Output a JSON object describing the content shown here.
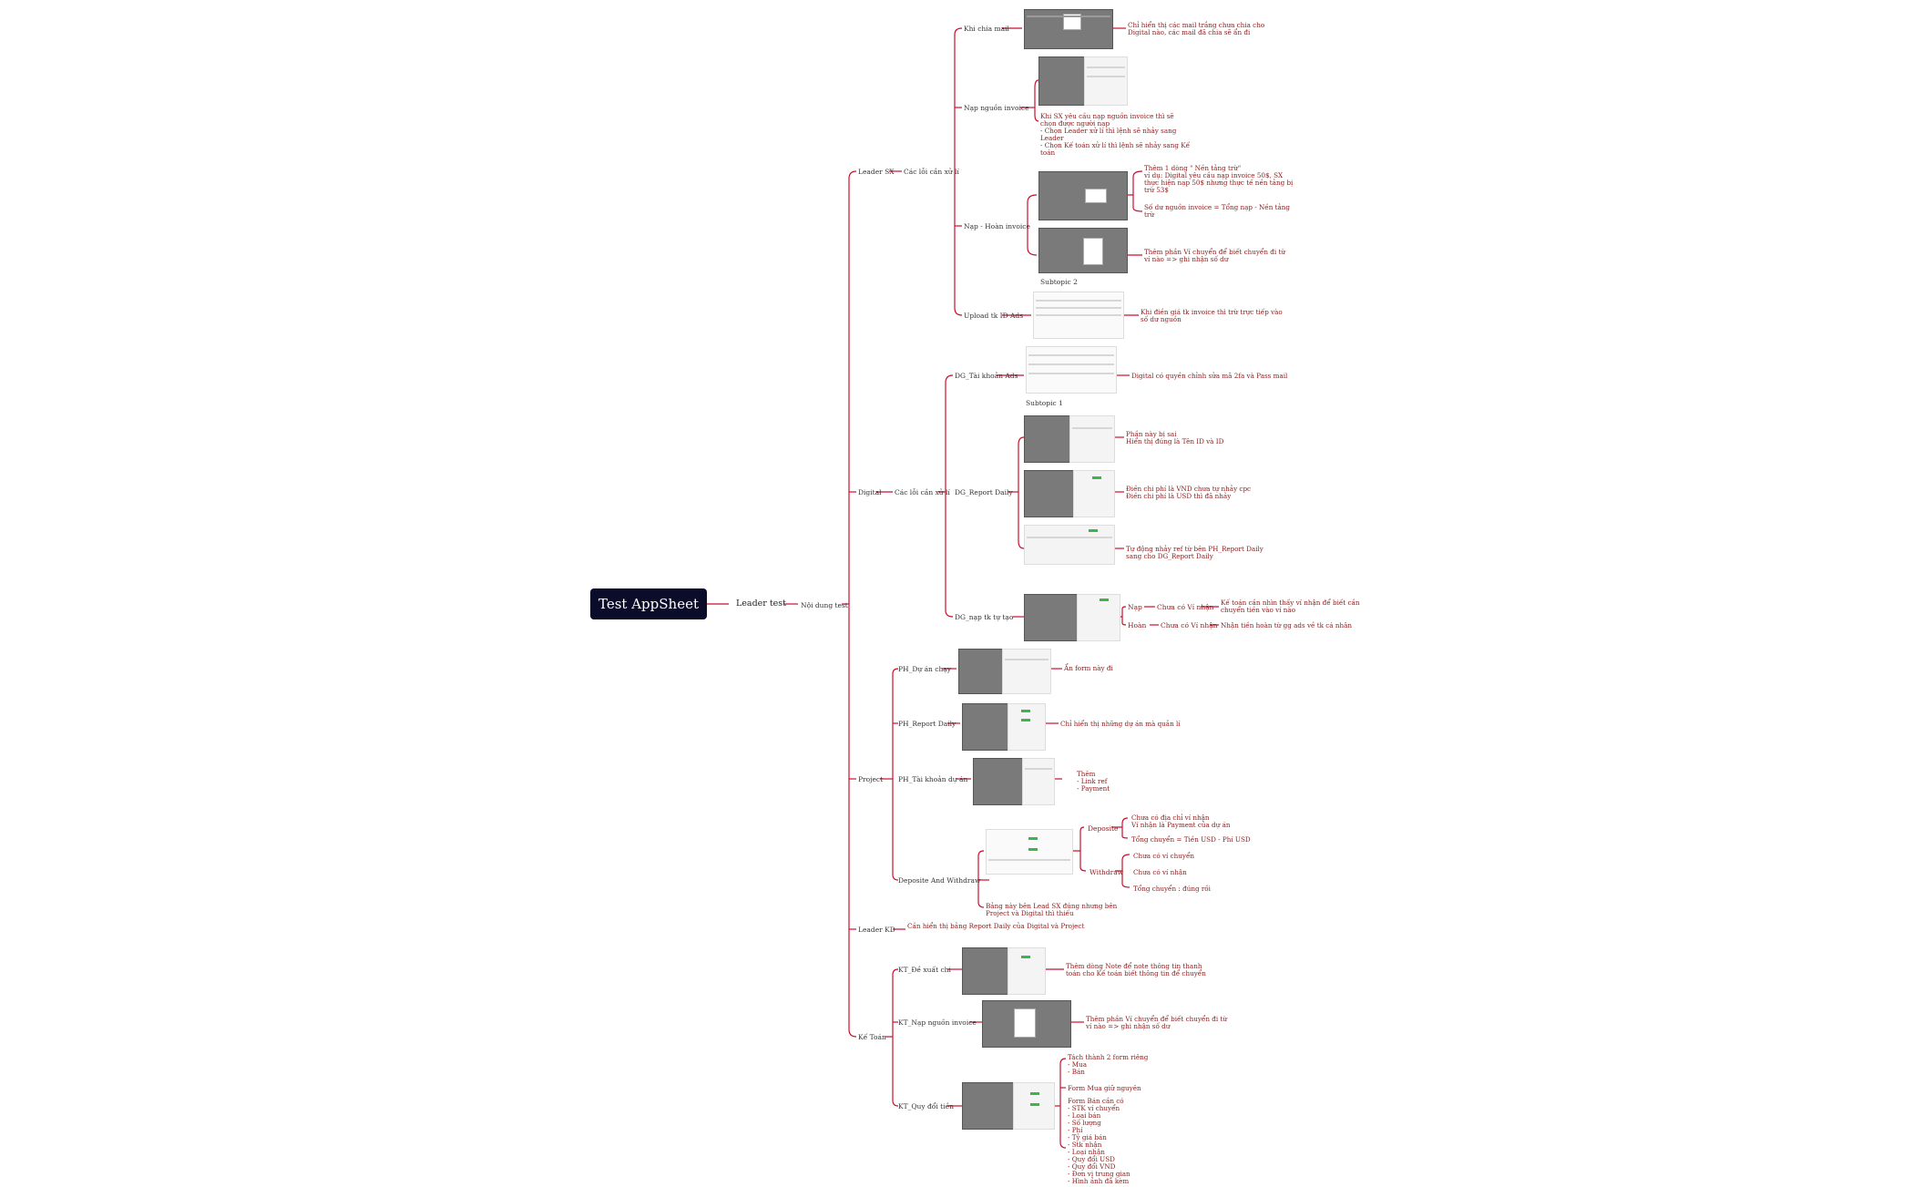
{
  "root": {
    "title": "Test AppSheet"
  },
  "level1": {
    "label": "Leader test"
  },
  "level2": {
    "label": "Nội dung test"
  },
  "leader_sx": {
    "label": "Leader SX",
    "group": "Các lỗi cần xử lí",
    "khi_chia_mail": {
      "label": "Khi chia mail",
      "note": "Chỉ hiển thị các mail trắng chưa chia cho\nDigital nào, các mail đã chia sẽ ẩn đi"
    },
    "nap_nguon": {
      "label": "Nạp nguồn invoice",
      "note": "Khi SX yêu cầu nạp nguồn invoice thì sẽ\nchọn được người nạp\n- Chọn Leader xử lí thì lệnh sẽ nhảy sang\nLeader\n- Chọn Kế toán xử lí thì lệnh sẽ nhảy sang Kế\ntoán"
    },
    "nap_hoan": {
      "label": "Nạp - Hoàn invoice",
      "note1": "Thêm 1 dòng \" Nền tảng trừ\"\nví dụ: Digital yêu cầu nạp invoice 50$, SX\nthực hiện nạp 50$ nhưng thực tế nền tảng bị\ntrừ 53$",
      "note2": "Số dư nguồn invoice = Tổng nạp - Nền tảng\ntrừ",
      "note3": "Thêm phần Ví chuyển để biết chuyển đi từ\nví nào => ghi nhận số dư",
      "subtopic": "Subtopic 2"
    },
    "upload": {
      "label": "Upload tk ID Ads",
      "note": "Khi điền giá tk invoice thì trừ trực tiếp vào\nsố dư nguồn"
    }
  },
  "digital": {
    "label": "Digital",
    "group": "Các lỗi cần xử lí",
    "tai_khoan": {
      "label": "DG_Tài khoản Ads",
      "note": "Digital có quyền chỉnh sửa mã 2fa và Pass mail",
      "subtopic": "Subtopic 1"
    },
    "report": {
      "label": "DG_Report Daily",
      "note1": "Phần này bị sai\nHiển thị đúng là Tên ID và ID",
      "note2": "Điền chi phí là VND chưa tự nhảy cpc\nĐiền chi phí là USD thì đã nhảy",
      "note3": "Tự động nhảy ref từ bên PH_Report Daily\nsang cho DG_Report Daily"
    },
    "nap_tk": {
      "label": "DG_nạp tk tự tạo",
      "nap": "Nạp",
      "nap_sub": "Chưa có Ví nhận",
      "nap_note": "Kế toán cần nhìn thấy ví nhận để biết cần\nchuyển tiền vào ví nào",
      "hoan": "Hoàn",
      "hoan_sub": "Chưa có Ví nhận",
      "hoan_note": "Nhận tiền hoàn từ gg ads về tk cá nhân"
    }
  },
  "project": {
    "label": "Project",
    "du_an_chay": {
      "label": "PH_Dự án chạy",
      "note": "Ẩn form này đi"
    },
    "report": {
      "label": "PH_Report Daily",
      "note": "Chỉ hiển thị những dự án mà quản lí"
    },
    "tai_khoan": {
      "label": "PH_Tài khoản dự án",
      "note": "Thêm\n- Link ref\n- Payment"
    },
    "deposit": {
      "label": "Deposite And Withdraw",
      "deposite": "Deposite",
      "dep_note1": "Chưa có địa chỉ ví nhận\nVí nhận là Payment của dự án",
      "dep_note2": "Tổng chuyển = Tiền USD - Phí USD",
      "withdraw": "Withdraw",
      "wd_note1": "Chưa có ví chuyển",
      "wd_note2": "Chưa có ví nhận",
      "wd_note3": "Tổng chuyển : đúng rồi",
      "bottom_note": "Bảng này bên Lead SX đúng nhưng bên\nProject và Digital thì thiếu"
    }
  },
  "leader_kd": {
    "label": "Leader KD",
    "note": "Cần hiển thị bảng Report Daily của Digital và Project"
  },
  "ke_toan": {
    "label": "Kế Toán",
    "de_xuat": {
      "label": "KT_Đề xuất chi",
      "note": "Thêm dòng Note để note thông tin thanh\ntoán cho Kế toán biết thông tin để chuyển"
    },
    "nap_nguon": {
      "label": "KT_Nạp nguồn invoice",
      "note": "Thêm phần Ví chuyển để biết chuyển đi từ\nví nào => ghi nhận số dư"
    },
    "quy_doi": {
      "label": "KT_Quy đổi tiền",
      "note1": "Tách thành 2 form riêng\n- Mua\n- Bán",
      "note2": "Form Mua giữ nguyên",
      "note3": "Form Bán cần có\n- STK ví chuyển\n- Loại bán\n- Số lượng\n- Phí\n- Tỷ giá bán\n- Stk nhận\n- Loại nhận\n- Quy đổi USD\n- Quy đổi VND\n- Đơn vị trung gian\n- Hình ảnh đã kèm"
    }
  },
  "colors": {
    "line": "#c8102e",
    "root_bg": "#0b0b2a",
    "note_text": "#8b1a1a"
  }
}
